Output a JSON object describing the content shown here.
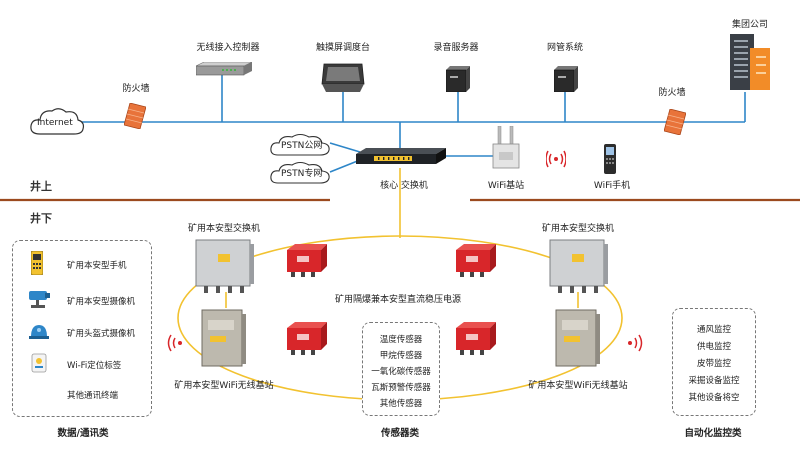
{
  "surface": {
    "zone_label": "井上",
    "internet": "Internet",
    "firewall_left": "防火墙",
    "firewall_right": "防火墙",
    "wireless_controller": "无线接入控制器",
    "touch_console": "触摸屏调度台",
    "recording_server": "录音服务器",
    "network_mgmt": "网管系统",
    "group_company": "集团公司",
    "pstn_public": "PSTN公网",
    "pstn_private": "PSTN专网",
    "core_switch": "核心 交换机",
    "wifi_base": "WiFi基站",
    "wifi_phone": "WiFi手机"
  },
  "underground": {
    "zone_label": "井下",
    "switch_left": "矿用本安型交换机",
    "switch_right": "矿用本安型交换机",
    "power_supply": "矿用隔爆兼本安型直流稳压电源",
    "wifi_base_left": "矿用本安型WiFi无线基站",
    "wifi_base_right": "矿用本安型WiFi无线基站"
  },
  "panels": {
    "comms": {
      "title": "数据/通讯类",
      "items": [
        "矿用本安型手机",
        "矿用本安型摄像机",
        "矿用头盔式摄像机",
        "Wi-Fi定位标签",
        "其他通讯终端"
      ]
    },
    "sensors": {
      "title": "传感器类",
      "items": [
        "温度传感器",
        "甲烷传感器",
        "一氧化碳传感器",
        "瓦斯预警传感器",
        "其他传感器"
      ]
    },
    "automation": {
      "title": "自动化监控类",
      "items": [
        "通风监控",
        "供电监控",
        "皮带监控",
        "采掘设备监控",
        "其他设备将空"
      ]
    }
  },
  "colors": {
    "blue_line": "#2E86C8",
    "yellow_line": "#F2C230",
    "brown_divider": "#9B4A1E",
    "red_box": "#D8262A",
    "signal_red": "#D8262A"
  }
}
